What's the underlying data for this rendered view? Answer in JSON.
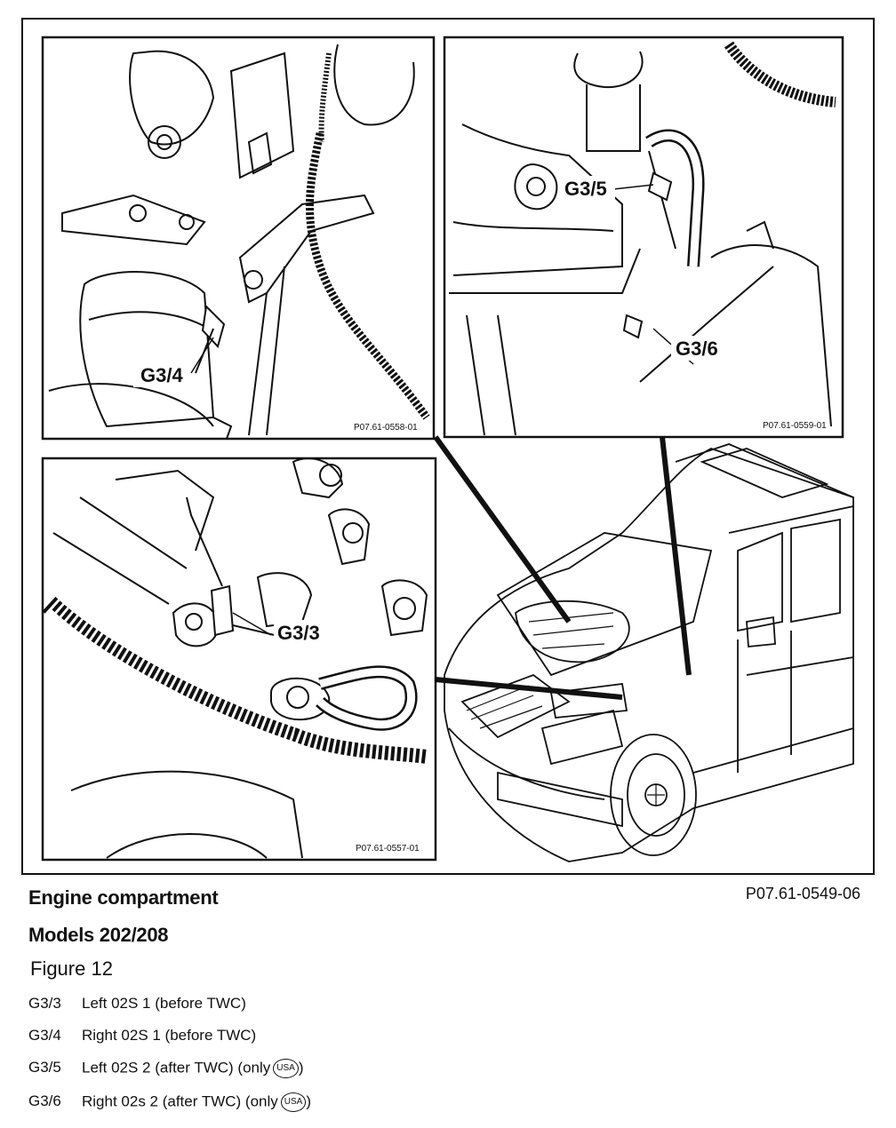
{
  "figure": {
    "ref_main": "P07.61-0549-06",
    "panels": [
      {
        "id": "top-left",
        "label": "G3/4",
        "ref": "P07.61-0558-01"
      },
      {
        "id": "top-right",
        "label_a": "G3/5",
        "label_b": "G3/6",
        "ref": "P07.61-0559-01"
      },
      {
        "id": "bottom-left",
        "label": "G3/3",
        "ref": "P07.61-0557-01"
      }
    ]
  },
  "caption": {
    "title": "Engine compartment",
    "models": "Models 202/208",
    "figure": "Figure 12"
  },
  "legend": [
    {
      "code": "G3/3",
      "text": "Left 02S 1 (before TWC)",
      "badge": ""
    },
    {
      "code": "G3/4",
      "text": "Right 02S 1 (before TWC)",
      "badge": ""
    },
    {
      "code": "G3/5",
      "text": "Left 02S 2 (after TWC) (only",
      "badge": "USA",
      "close": ")"
    },
    {
      "code": "G3/6",
      "text": "Right 02s 2 (after TWC) (only",
      "badge": "USA",
      "close": ")"
    }
  ]
}
